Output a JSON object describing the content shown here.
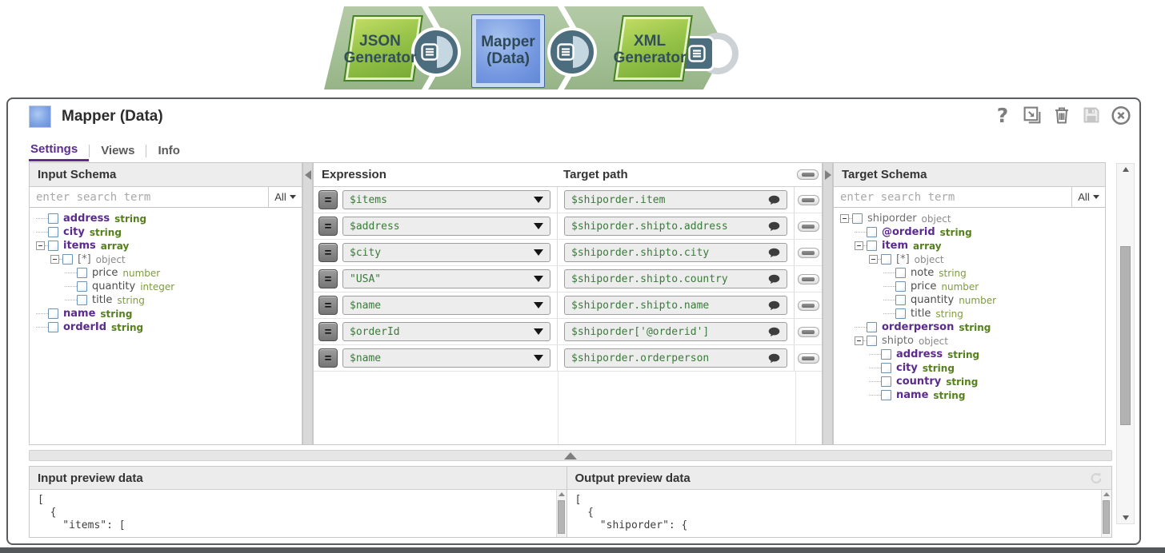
{
  "pipeline": {
    "snaps": [
      {
        "line1": "JSON",
        "line2": "Generator"
      },
      {
        "line1": "Mapper",
        "line2": "(Data)"
      },
      {
        "line1": "XML",
        "line2": "Generator"
      }
    ]
  },
  "dialog": {
    "title": "Mapper (Data)",
    "help_glyph": "?",
    "tabs": {
      "settings": "Settings",
      "views": "Views",
      "info": "Info"
    }
  },
  "input_schema": {
    "title": "Input Schema",
    "search_placeholder": "enter search term",
    "filter_label": "All",
    "tree": [
      {
        "name": "address",
        "type": "string",
        "level": 0,
        "expander": false,
        "style": "mapped"
      },
      {
        "name": "city",
        "type": "string",
        "level": 0,
        "expander": false,
        "style": "mapped"
      },
      {
        "name": "items",
        "type": "array",
        "level": 0,
        "expander": true,
        "style": "mapped"
      },
      {
        "name": "[*]",
        "type": "object",
        "level": 1,
        "expander": true,
        "style": "container"
      },
      {
        "name": "price",
        "type": "number",
        "level": 2,
        "expander": false,
        "style": "leaf"
      },
      {
        "name": "quantity",
        "type": "integer",
        "level": 2,
        "expander": false,
        "style": "leaf"
      },
      {
        "name": "title",
        "type": "string",
        "level": 2,
        "expander": false,
        "style": "leaf"
      },
      {
        "name": "name",
        "type": "string",
        "level": 0,
        "expander": false,
        "style": "mapped"
      },
      {
        "name": "orderId",
        "type": "string",
        "level": 0,
        "expander": false,
        "style": "mapped"
      }
    ]
  },
  "mappings": {
    "expression_header": "Expression",
    "target_header": "Target path",
    "equals_label": "=",
    "rows": [
      {
        "expression": "$items",
        "target": "$shiporder.item"
      },
      {
        "expression": "$address",
        "target": "$shiporder.shipto.address"
      },
      {
        "expression": "$city",
        "target": "$shiporder.shipto.city"
      },
      {
        "expression": "\"USA\"",
        "target": "$shiporder.shipto.country"
      },
      {
        "expression": "$name",
        "target": "$shiporder.shipto.name"
      },
      {
        "expression": "$orderId",
        "target": "$shiporder['@orderid']"
      },
      {
        "expression": "$name",
        "target": "$shiporder.orderperson"
      }
    ]
  },
  "target_schema": {
    "title": "Target Schema",
    "search_placeholder": "enter search term",
    "filter_label": "All",
    "tree": [
      {
        "name": "shiporder",
        "type": "object",
        "level": 0,
        "expander": true,
        "style": "container"
      },
      {
        "name": "@orderid",
        "type": "string",
        "level": 1,
        "expander": false,
        "style": "mapped"
      },
      {
        "name": "item",
        "type": "array",
        "level": 1,
        "expander": true,
        "style": "mapped"
      },
      {
        "name": "[*]",
        "type": "object",
        "level": 2,
        "expander": true,
        "style": "container"
      },
      {
        "name": "note",
        "type": "string",
        "level": 3,
        "expander": false,
        "style": "leaf"
      },
      {
        "name": "price",
        "type": "number",
        "level": 3,
        "expander": false,
        "style": "leaf"
      },
      {
        "name": "quantity",
        "type": "number",
        "level": 3,
        "expander": false,
        "style": "leaf"
      },
      {
        "name": "title",
        "type": "string",
        "level": 3,
        "expander": false,
        "style": "leaf"
      },
      {
        "name": "orderperson",
        "type": "string",
        "level": 1,
        "expander": false,
        "style": "mapped"
      },
      {
        "name": "shipto",
        "type": "object",
        "level": 1,
        "expander": true,
        "style": "container"
      },
      {
        "name": "address",
        "type": "string",
        "level": 2,
        "expander": false,
        "style": "mapped"
      },
      {
        "name": "city",
        "type": "string",
        "level": 2,
        "expander": false,
        "style": "mapped"
      },
      {
        "name": "country",
        "type": "string",
        "level": 2,
        "expander": false,
        "style": "mapped"
      },
      {
        "name": "name",
        "type": "string",
        "level": 2,
        "expander": false,
        "style": "mapped"
      }
    ]
  },
  "previews": {
    "input": {
      "title": "Input preview data",
      "code": "[\n  {\n    \"items\": ["
    },
    "output": {
      "title": "Output preview data",
      "code": "[\n  {\n    \"shiporder\": {"
    }
  },
  "colors": {
    "accent_purple": "#5c2d91",
    "mapped_name": "#5b2a8e",
    "mapped_type": "#55801c",
    "expression_text": "#3a7a3a",
    "snap_green": "#8fbf3f",
    "snap_blue": "#6b90d9",
    "connector_slate": "#4c6d7d"
  }
}
